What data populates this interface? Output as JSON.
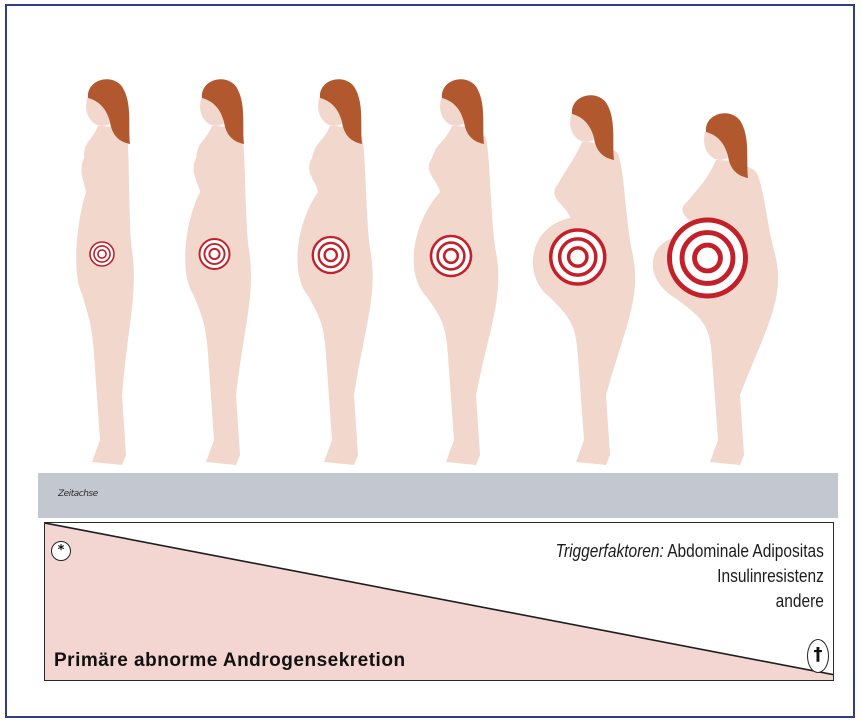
{
  "stages": [
    {
      "target_rings": 3
    },
    {
      "target_rings": 3
    },
    {
      "target_rings": 3
    },
    {
      "target_rings": 3
    },
    {
      "target_rings": 3
    },
    {
      "target_rings": 3
    }
  ],
  "ground_label": "Zeitachse",
  "panel": {
    "trigger_label": "Triggerfaktoren:",
    "trigger_items": [
      "Abdominale Adipositas",
      "Insulinresistenz",
      "andere"
    ],
    "primary_label": "Primäre abnorme Androgensekretion",
    "birth_symbol": "*",
    "death_symbol": "†"
  },
  "colors": {
    "frame": "#2f3f86",
    "skin": "#f2d7cc",
    "hair": "#b2582e",
    "target": "#c4202a",
    "ground": "#c3c7cf",
    "wedge": "#f3d5d2"
  }
}
